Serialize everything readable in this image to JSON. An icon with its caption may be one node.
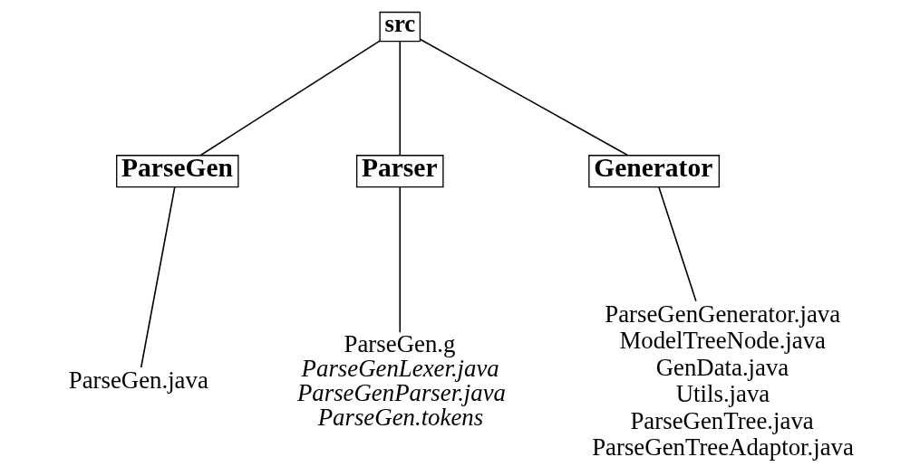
{
  "diagram": {
    "nodes": [
      {
        "text": [
          "src"
        ]
      },
      {
        "text": [
          "ParseGen"
        ]
      },
      {
        "text": [
          "Parser"
        ]
      },
      {
        "text": [
          "Generator"
        ]
      },
      {
        "text": [
          "ParseGen.java"
        ]
      },
      {
        "text": [
          "ParseGen.g",
          "*ParseGenLexer.java*",
          "*ParseGenParser.java*",
          "*ParseGen.tokens*"
        ]
      },
      {
        "text": [
          "ParseGenGenerator.java",
          "ModelTreeNode.java",
          "GenData.java",
          "Utils.java",
          "ParseGenTree.java",
          "ParseGenTreeAdaptor.java"
        ]
      }
    ],
    "edges": [
      {
        "from": 0,
        "to": 1,
        "arrow": "none"
      },
      {
        "from": 0,
        "to": 2,
        "arrow": "none"
      },
      {
        "from": 0,
        "to": 3,
        "arrow": "none"
      },
      {
        "from": 1,
        "to": 4,
        "arrow": "none"
      },
      {
        "from": 2,
        "to": 5,
        "arrow": "none"
      },
      {
        "from": 3,
        "to": 6,
        "arrow": "none"
      }
    ]
  }
}
